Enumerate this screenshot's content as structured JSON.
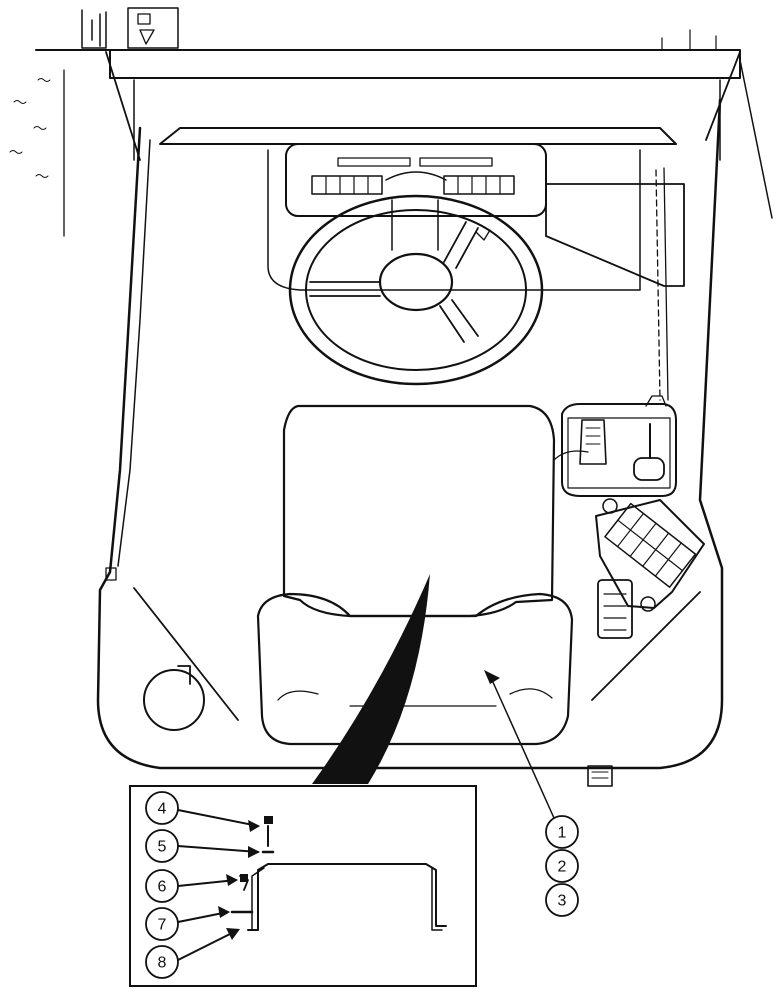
{
  "diagram": {
    "callouts": [
      {
        "id": "callout-1",
        "label": "1"
      },
      {
        "id": "callout-2",
        "label": "2"
      },
      {
        "id": "callout-3",
        "label": "3"
      },
      {
        "id": "callout-4",
        "label": "4"
      },
      {
        "id": "callout-5",
        "label": "5"
      },
      {
        "id": "callout-6",
        "label": "6"
      },
      {
        "id": "callout-7",
        "label": "7"
      },
      {
        "id": "callout-8",
        "label": "8"
      }
    ]
  }
}
